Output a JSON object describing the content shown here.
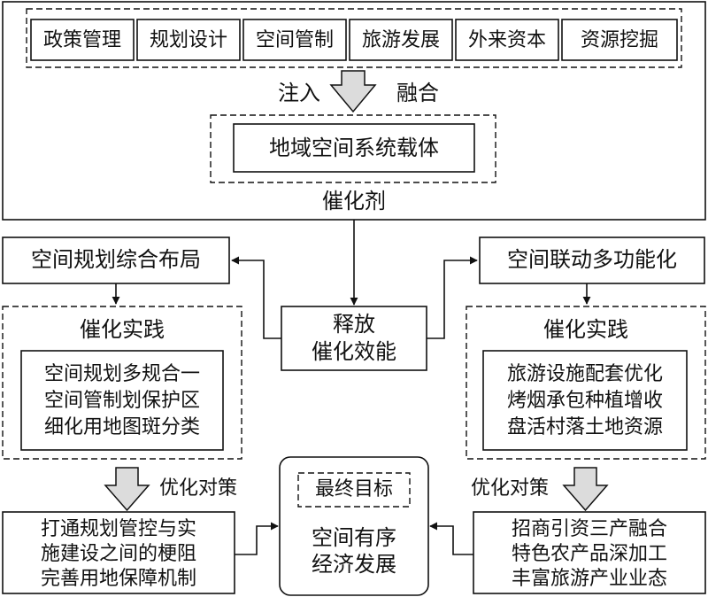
{
  "top_section": {
    "factors": [
      "政策管理",
      "规划设计",
      "空间管制",
      "旅游发展",
      "外来资本",
      "资源挖掘"
    ],
    "inject_label": "注入",
    "merge_label": "融合",
    "carrier": "地域空间系统载体",
    "catalyst_label": "催化剂"
  },
  "center": {
    "release_line1": "释放",
    "release_line2": "催化效能"
  },
  "left_branch": {
    "title": "空间规划综合布局",
    "practice_title": "催化实践",
    "practice_items": [
      "空间规划多规合一",
      "空间管制划保护区",
      "细化用地图斑分类"
    ],
    "optimize_label": "优化对策",
    "measures": [
      "打通规划管控与实",
      "施建设之间的梗阻",
      "完善用地保障机制"
    ]
  },
  "right_branch": {
    "title": "空间联动多功能化",
    "practice_title": "催化实践",
    "practice_items": [
      "旅游设施配套优化",
      "烤烟承包种植增收",
      "盘活村落土地资源"
    ],
    "optimize_label": "优化对策",
    "measures": [
      "招商引资三产融合",
      "特色农产品深加工",
      "丰富旅游产业业态"
    ]
  },
  "goal": {
    "title": "最终目标",
    "line1": "空间有序",
    "line2": "经济发展"
  }
}
